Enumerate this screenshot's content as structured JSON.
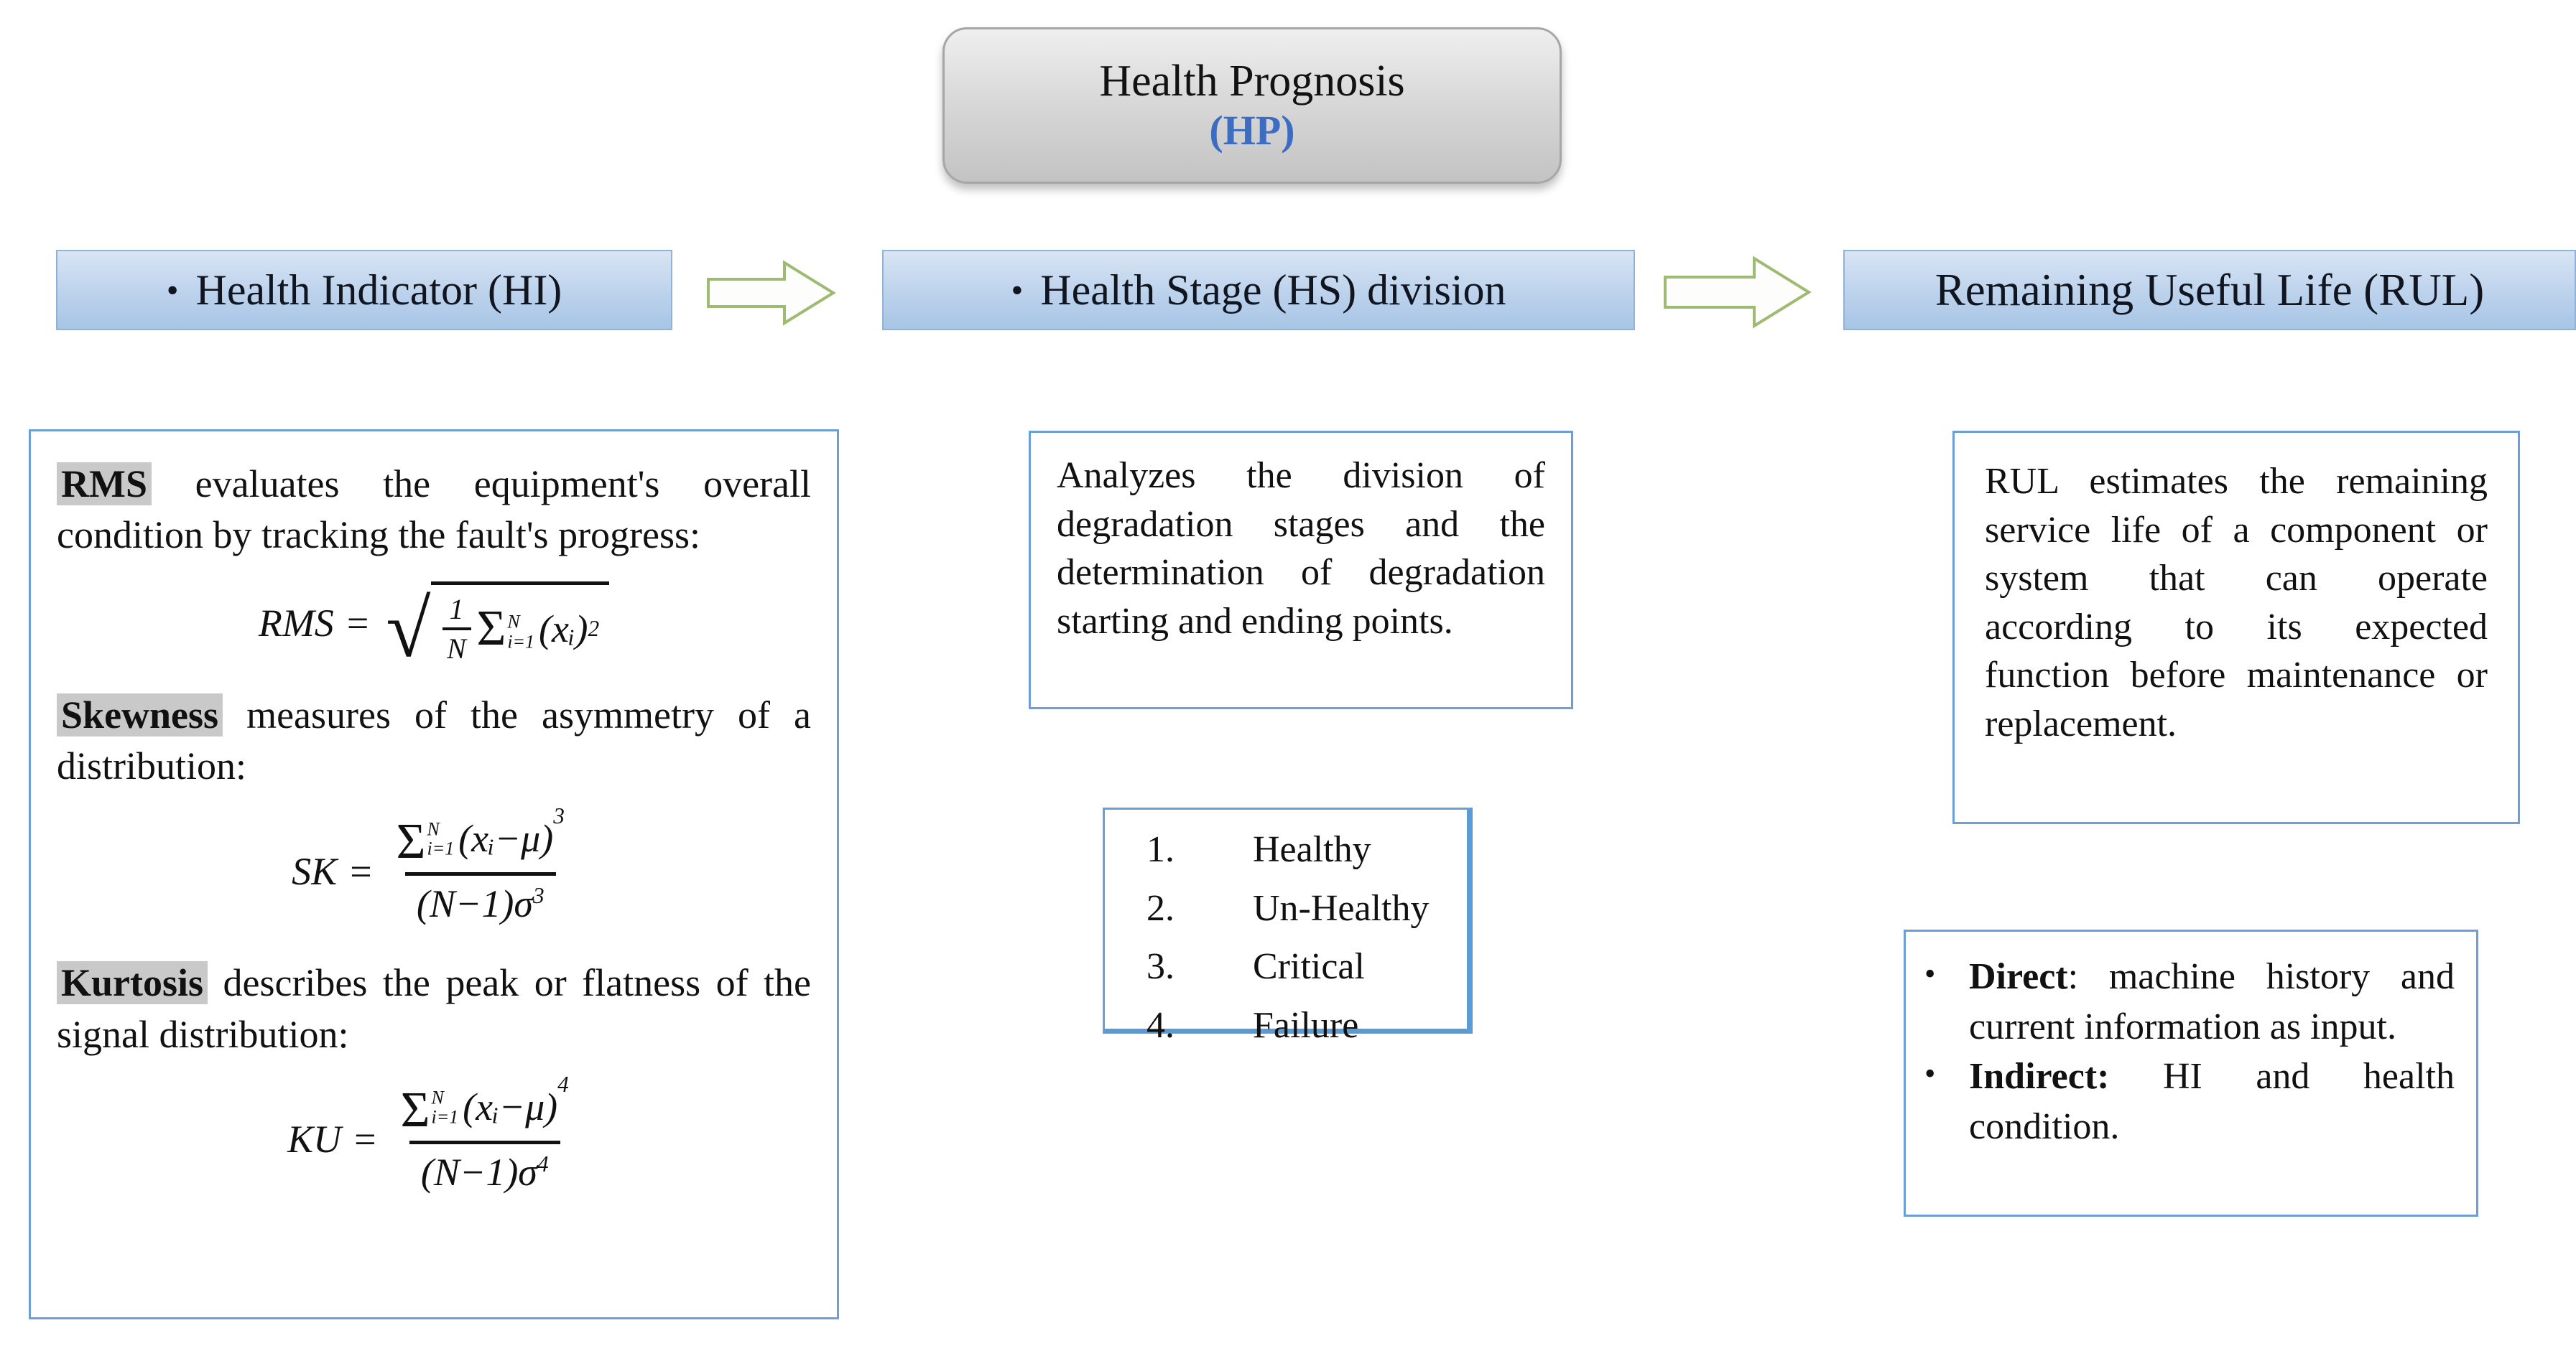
{
  "colors": {
    "header_bar_top": "#d8e5f4",
    "header_bar_bottom": "#a7c5e6",
    "header_bar_border": "#93b2d8",
    "panel_border": "#6a9fd8",
    "stage_box_border": "#5b9bd5",
    "top_box_fill": "#d6d6d6",
    "top_box_border": "#a6a6a6",
    "hp_blue": "#3d6cc3",
    "arrow_green": "#9dbb72",
    "term_highlight": "#c9c9c9",
    "text": "#111111"
  },
  "top_box": {
    "title": "Health Prognosis",
    "subtitle": "(HP)"
  },
  "pipeline": {
    "steps": [
      {
        "bullet": "•",
        "label": "Health Indicator (HI)"
      },
      {
        "bullet": "•",
        "label": "Health Stage (HS) division"
      },
      {
        "bullet": "",
        "label": "Remaining Useful Life (RUL)"
      }
    ]
  },
  "hi_panel": {
    "rms": {
      "term": "RMS",
      "text": " evaluates the equipment's overall condition by tracking the fault's progress:"
    },
    "sk": {
      "term": "Skewness",
      "text": " measures of the asymmetry of a distribution:"
    },
    "ku": {
      "term": "Kurtosis",
      "text": " describes the peak or flatness of the signal distribution:"
    },
    "formulas": {
      "rms": {
        "lhs": "RMS",
        "eq": "=",
        "rad": "√",
        "frac_num": "1",
        "frac_den": "N",
        "sum": "Σ",
        "sum_sup": "N",
        "sum_sub": "i=1",
        "body": "(xᵢ)",
        "exp": "2"
      },
      "sk": {
        "lhs": "SK",
        "eq": "=",
        "sum": "Σ",
        "sum_sup": "N",
        "sum_sub": "i=1",
        "num_body": "(xᵢ−μ)",
        "num_exp": "3",
        "den_body": "(N−1)σ",
        "den_exp": "3"
      },
      "ku": {
        "lhs": "KU",
        "eq": "=",
        "sum": "Σ",
        "sum_sup": "N",
        "sum_sub": "i=1",
        "num_body": "(xᵢ−μ)",
        "num_exp": "4",
        "den_body": "(N−1)σ",
        "den_exp": "4"
      }
    }
  },
  "hs_panel": {
    "description": "Analyzes the division of degradation stages and the determination of degradation starting and ending points.",
    "stages": [
      {
        "num": "1.",
        "label": "Healthy"
      },
      {
        "num": "2.",
        "label": "Un-Healthy"
      },
      {
        "num": "3.",
        "label": "Critical"
      },
      {
        "num": "4.",
        "label": "Failure"
      }
    ]
  },
  "rul_panel": {
    "description": "RUL estimates the remaining service life of a component or system that can operate according to its expected function before maintenance or replacement.",
    "bullets": [
      {
        "bullet": "•",
        "term": "Direct",
        "rest": ": machine history and current information as input."
      },
      {
        "bullet": "•",
        "term": "Indirect:",
        "rest": " HI and health condition."
      }
    ]
  }
}
